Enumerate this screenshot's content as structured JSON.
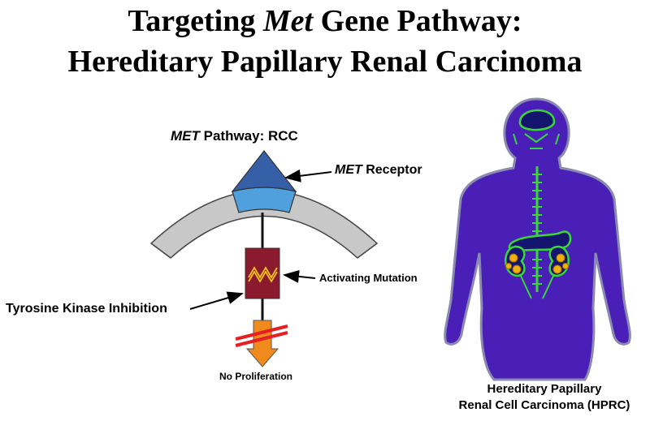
{
  "title": {
    "line1_pre": "Targeting ",
    "line1_italic": "Met",
    "line1_post": " Gene Pathway:",
    "line2": "Hereditary Papillary Renal Carcinoma"
  },
  "pathway": {
    "heading_italic": "MET",
    "heading_rest": " Pathway: RCC",
    "receptor_italic": "MET",
    "receptor_rest": " Receptor",
    "mutation_label": "Activating Mutation",
    "inhibition_label": "Tyrosine Kinase Inhibition",
    "outcome_label": "No Proliferation"
  },
  "body_figure": {
    "caption_line1": "Hereditary Papillary",
    "caption_line2": "Renal Cell Carcinoma (HPRC)"
  },
  "colors": {
    "membrane": "#c8c8c8",
    "receptor_top": "#3560a8",
    "receptor_base": "#4fa0dc",
    "kinase_box": "#8b1a2e",
    "mutation_zigzag": "#f0c020",
    "arrow_orange": "#f08a1c",
    "block_red": "#e62020",
    "body_purple": "#4a1fb8",
    "organ_green": "#38d838",
    "kidney_yellow": "#f0b010"
  }
}
